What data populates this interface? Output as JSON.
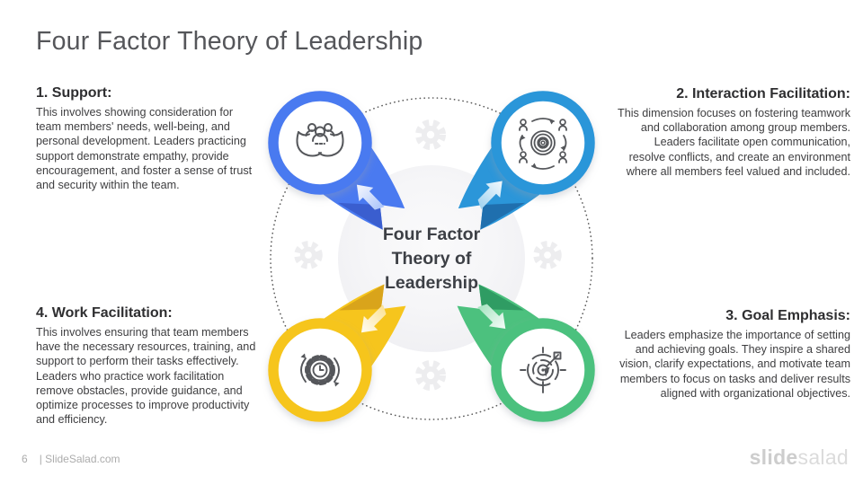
{
  "slide": {
    "title": "Four Factor Theory of Leadership"
  },
  "center_label": {
    "line1": "Four Factor",
    "line2": "Theory of",
    "line3": "Leadership"
  },
  "factors": [
    {
      "heading": "1. Support:",
      "body": "This involves showing consideration for team members' needs, well-being, and personal development. Leaders practicing support demonstrate empathy, provide encouragement, and foster a sense of trust and security within the team.",
      "color": "#4a7af0",
      "color_dark": "#3a5ecf",
      "icon": "hands-holding-people-icon"
    },
    {
      "heading": "2. Interaction Facilitation:",
      "body": "This dimension focuses on fostering teamwork and collaboration among group members. Leaders facilitate open communication, resolve conflicts, and create an environment where all members feel valued and included.",
      "color": "#2b96d9",
      "color_dark": "#1f6fae",
      "icon": "people-around-gear-icon"
    },
    {
      "heading": "3. Goal Emphasis:",
      "body": "Leaders emphasize the importance of setting and achieving goals. They inspire a shared vision, clarify expectations, and motivate team members to focus on tasks and deliver results aligned with organizational objectives.",
      "color": "#4cc17e",
      "color_dark": "#2f9c63",
      "icon": "target-dart-icon"
    },
    {
      "heading": "4. Work Facilitation:",
      "body": "This involves ensuring that team members have the necessary resources, training, and support to perform their tasks effectively. Leaders who practice work facilitation remove obstacles, provide guidance, and optimize processes to improve productivity and efficiency.",
      "color": "#f6c51d",
      "color_dark": "#d9a41b",
      "icon": "gear-clock-arrows-icon"
    }
  ],
  "footer": {
    "page_number": "6",
    "separator": "|",
    "website": "SlideSalad.com",
    "logo_bold": "slide",
    "logo_light": "salad"
  }
}
